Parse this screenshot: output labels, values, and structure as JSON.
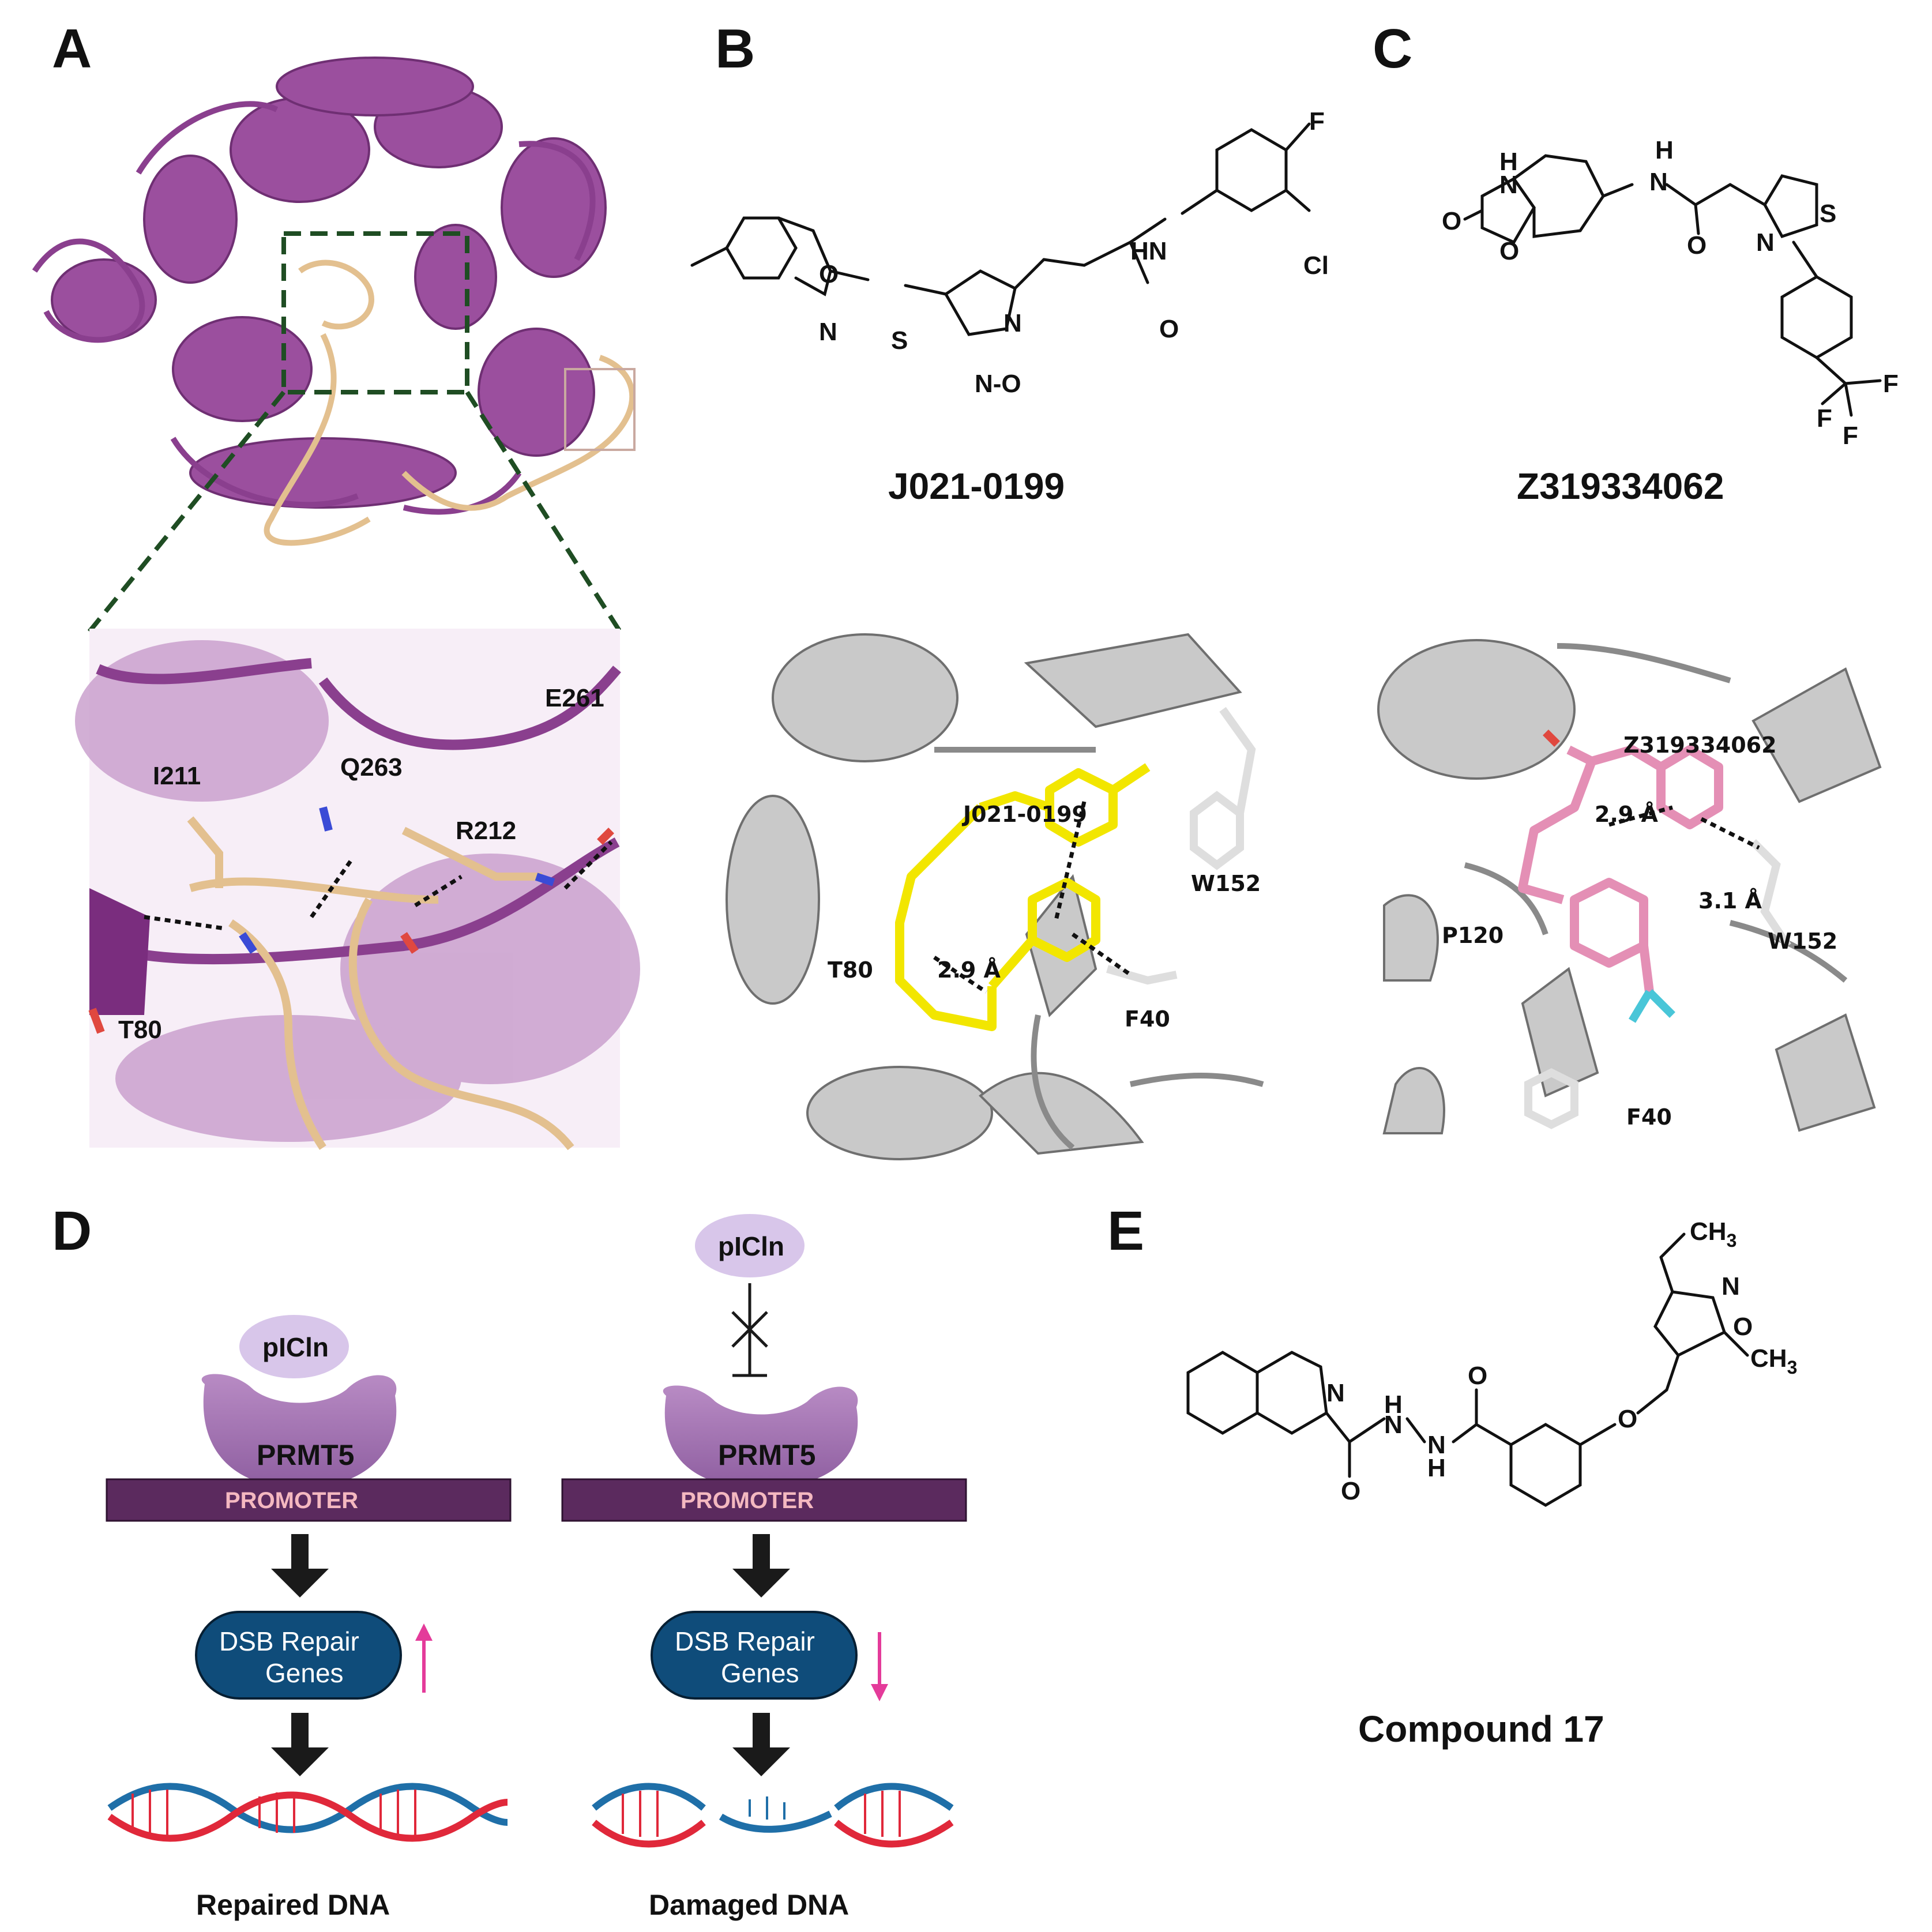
{
  "panels": {
    "A": {
      "letter": "A",
      "residues": [
        "E261",
        "Q263",
        "I211",
        "R212",
        "T80"
      ]
    },
    "B": {
      "letter": "B",
      "compound_name": "J021-0199",
      "atoms": {
        "F": "F",
        "Cl": "Cl",
        "HN": "HN",
        "O_amide": "O",
        "O_ring": "O",
        "N_benz": "N",
        "S": "S",
        "N_ox1": "N",
        "N_ox2": "N-O"
      },
      "docking": {
        "ligand_label": "J021-0199",
        "residues": [
          "W152",
          "T80",
          "F40"
        ],
        "distance": "2.9 Å"
      }
    },
    "C": {
      "letter": "C",
      "compound_name": "Z319334062",
      "atoms": {
        "H1": "H",
        "N1": "N",
        "O_carbonyl": "O",
        "O_ring": "O",
        "H2": "H",
        "N2": "N",
        "O_amide": "O",
        "N_thz": "N",
        "S_thz": "S",
        "F1": "F",
        "F2": "F",
        "F3": "F"
      },
      "docking": {
        "ligand_label": "Z319334062",
        "residues": [
          "P120",
          "W152",
          "F40"
        ],
        "distances": [
          "2.9 Å",
          "3.1 Å"
        ]
      }
    },
    "D": {
      "letter": "D",
      "left": {
        "picln": "pICln",
        "prmt5": "PRMT5",
        "promoter": "PROMOTER",
        "genes_line1": "DSB Repair",
        "genes_line2": "Genes",
        "caption": "Repaired DNA"
      },
      "right": {
        "picln": "pICln",
        "prmt5": "PRMT5",
        "promoter": "PROMOTER",
        "genes_line1": "DSB Repair",
        "genes_line2": "Genes",
        "caption": "Damaged DNA"
      }
    },
    "E": {
      "letter": "E",
      "compound_name": "Compound 17",
      "atoms": {
        "CH3_top": "CH",
        "sub_top": "3",
        "N_isox": "N",
        "O_isox": "O",
        "CH3_bot": "CH",
        "sub_bot": "3",
        "N_quin": "N",
        "N_h1": "N",
        "H1": "H",
        "N_h2": "N",
        "H2": "H",
        "O_c1": "O",
        "O_c2": "O",
        "O_ether": "O"
      }
    }
  },
  "colors": {
    "protein_purple": "#9b4f9e",
    "peptide_tan": "#e3c08f",
    "ligand_yellow": "#f2e600",
    "ligand_pink": "#e48fb5",
    "promoter_bar": "#5b2a5e",
    "prmt5_purple": "#a677b3",
    "dsb_box": "#0f4c7a",
    "arrow_pink": "#e43b9a"
  }
}
